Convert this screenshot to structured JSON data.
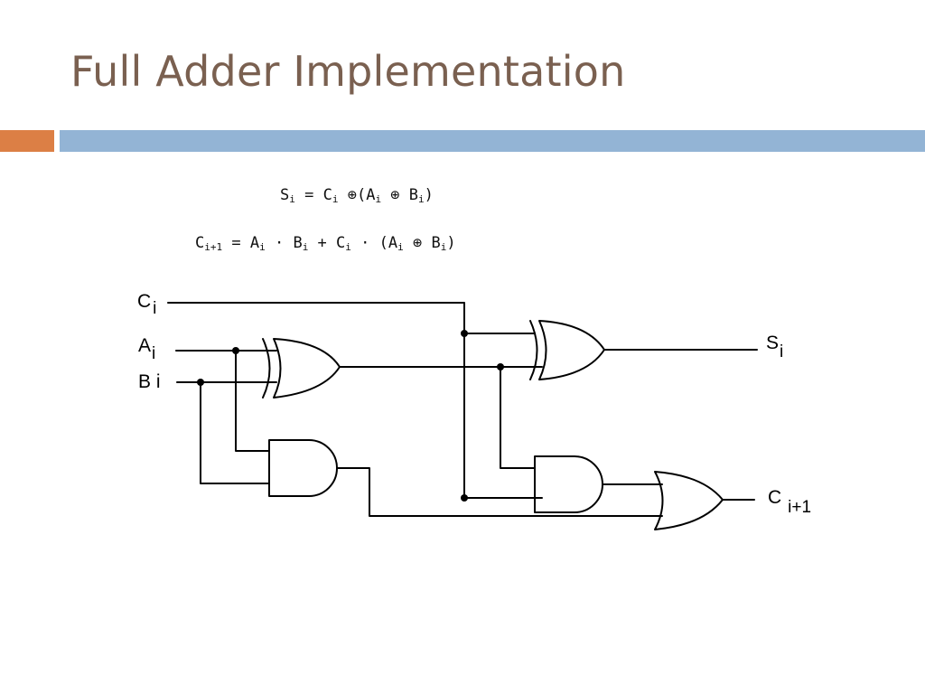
{
  "slide": {
    "title": "Full Adder Implementation"
  },
  "colors": {
    "title": "#7a6050",
    "accent_orange": "#dc7f45",
    "accent_blue": "#93b4d5"
  },
  "equations": {
    "sum": {
      "s": "S",
      "s_sub": "i",
      "eq": " = ",
      "c": "C",
      "c_sub": "i",
      "xor1": " ⊕(",
      "a": "A",
      "a_sub": "i",
      "xor2": " ⊕ ",
      "b": "B",
      "b_sub": "i",
      "close": ")"
    },
    "carry": {
      "c_out": "C",
      "c_out_sub": "i+1",
      "eq": " = ",
      "a": "A",
      "a_sub": "i",
      "dot1": " · ",
      "b": "B",
      "b_sub": "i",
      "plus": " + ",
      "c": "C",
      "c_sub": "i",
      "dot2": " · (",
      "a2": "A",
      "a2_sub": "i",
      "xor": " ⊕ ",
      "b2": "B",
      "b2_sub": "i",
      "close": ")"
    }
  },
  "circuit": {
    "gates": [
      "XOR",
      "XOR",
      "AND",
      "AND",
      "OR"
    ],
    "labels": {
      "ci": "C",
      "ci_sub": "i",
      "ai": "A",
      "ai_sub": "i",
      "bi": "B i",
      "si": "S",
      "si_sub": "i",
      "cout": "C",
      "cout_sub": "i+1"
    }
  }
}
